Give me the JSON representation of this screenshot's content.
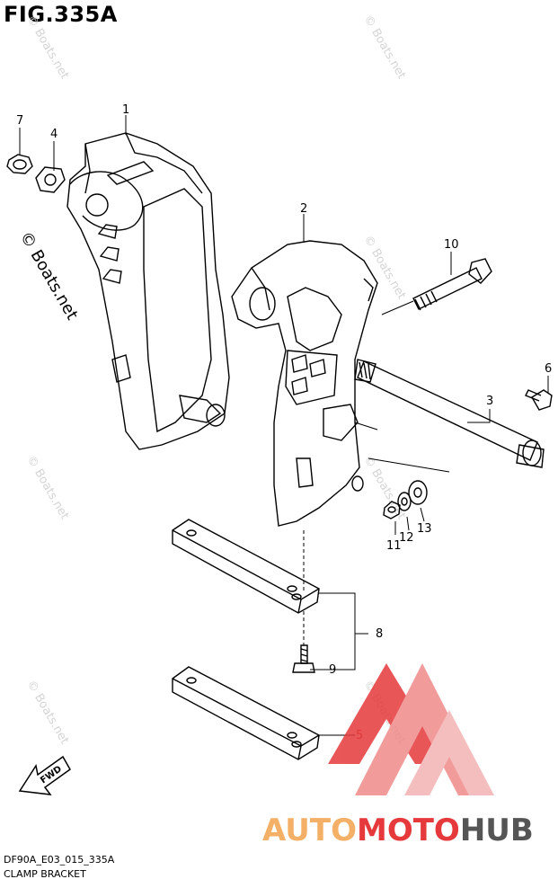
{
  "figure": {
    "title": "FIG.335A",
    "code": "DF90A_E03_015_335A",
    "name": "CLAMP BRACKET"
  },
  "callouts": [
    "1",
    "2",
    "3",
    "4",
    "5",
    "6",
    "7",
    "8",
    "9",
    "10",
    "11",
    "12",
    "13"
  ],
  "watermark": {
    "copyright": "© Boats.net",
    "brand_left": "AUTO",
    "brand_mid": "MOTO",
    "brand_right": "HUB",
    "triangle_color": "#e5393c",
    "auto_color": "#f3b066",
    "moto_color": "#e5393c",
    "hub_color": "#555555"
  },
  "direction_arrow": "FWD",
  "colors": {
    "callout_5": "#c0392b",
    "line": "#000000",
    "wm": "#cfcfcf"
  }
}
